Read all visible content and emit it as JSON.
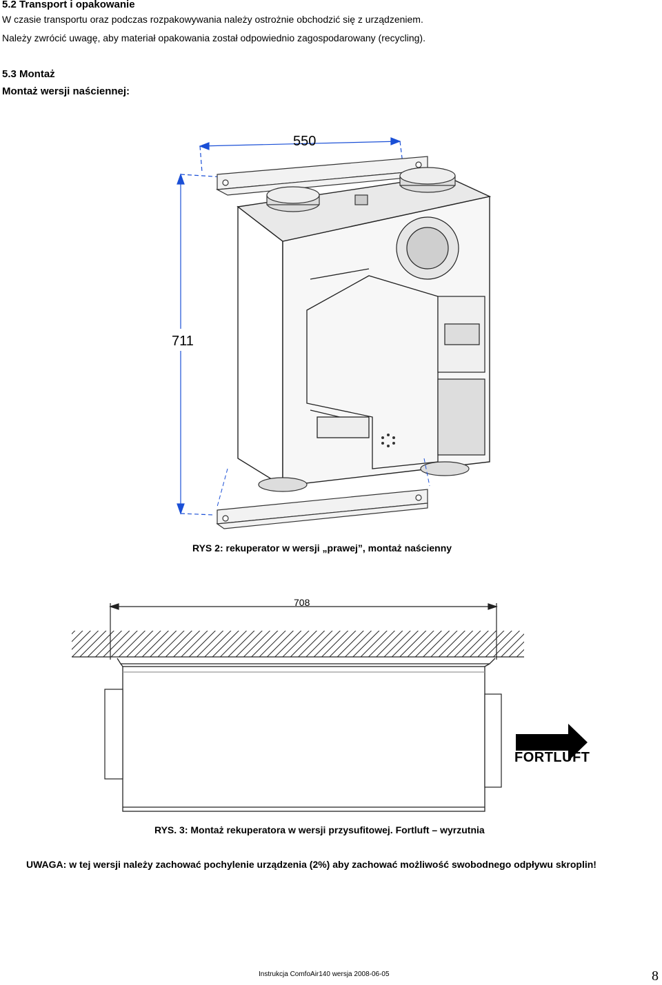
{
  "section_52": {
    "heading": "5.2 Transport i opakowanie",
    "line1": "W czasie transportu oraz podczas rozpakowywania należy ostrożnie obchodzić się z urządzeniem.",
    "line2": "Należy zwrócić uwagę, aby materiał opakowania został odpowiednio zagospodarowany (recycling)."
  },
  "section_53": {
    "heading": "5.3 Montaż",
    "subheading": "Montaż wersji naściennej:"
  },
  "figure2": {
    "dim_width": "550",
    "dim_height": "711",
    "caption": "RYS 2: rekuperator w wersji „prawej”, montaż naścienny"
  },
  "figure3": {
    "dim_width": "708",
    "arrow_label": "FORTLUFT",
    "caption": "RYS. 3: Montaż rekuperatora w wersji przysufitowej. Fortluft – wyrzutnia"
  },
  "warning": "UWAGA: w tej wersji należy zachować pochylenie urządzenia (2%) aby zachować możliwość swobodnego odpływu skroplin!",
  "footer": {
    "doc_info": "Instrukcja ComfoAir140 wersja 2008-06-05",
    "page_number": "8"
  }
}
